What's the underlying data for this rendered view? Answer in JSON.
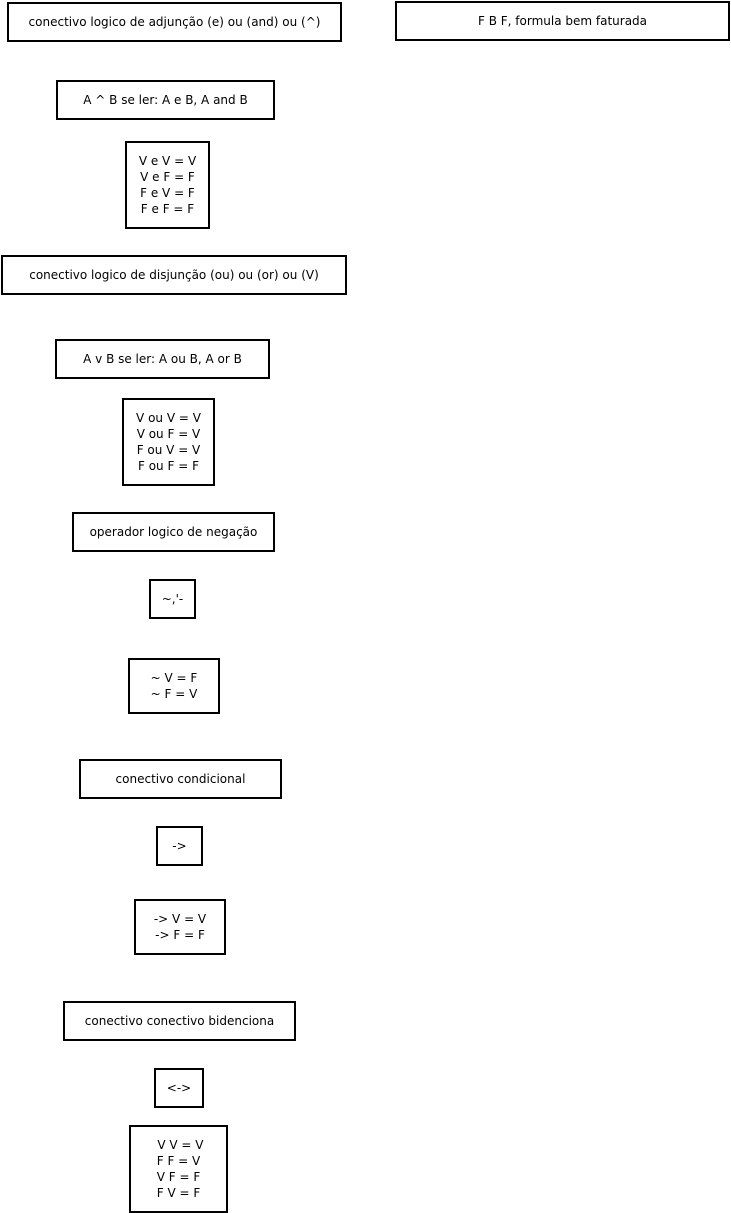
{
  "boxes": {
    "adjuncao_title": "conectivo logico de adjunção (e) ou (and) ou (^)",
    "fbf": "F B F, formula bem faturada",
    "adjuncao_read": "A ^ B se ler: A e B, A and B",
    "adjuncao_table": [
      "V e V = V",
      "V e F = F",
      "F e V = F",
      "F e F = F"
    ],
    "disjuncao_title": "conectivo logico de disjunção (ou) ou (or) ou (V)",
    "disjuncao_read": "A v B se ler: A ou B, A or B",
    "disjuncao_table": [
      "V ou V = V",
      "V ou F = V",
      "F ou V = V",
      "F ou F = F"
    ],
    "negacao_title": "operador logico de negação",
    "negacao_symbols": "~,'-",
    "negacao_table": [
      "~ V = F",
      "~ F = V"
    ],
    "condicional_title": "conectivo condicional",
    "condicional_symbol": "->",
    "condicional_table": [
      "-> V = V",
      "-> F = F"
    ],
    "bicondicional_title": "conectivo conectivo bidenciona",
    "bicondicional_symbol": "<->",
    "bicondicional_table": [
      " V V = V",
      "F F = V",
      "V F = F",
      "F V = F"
    ]
  }
}
